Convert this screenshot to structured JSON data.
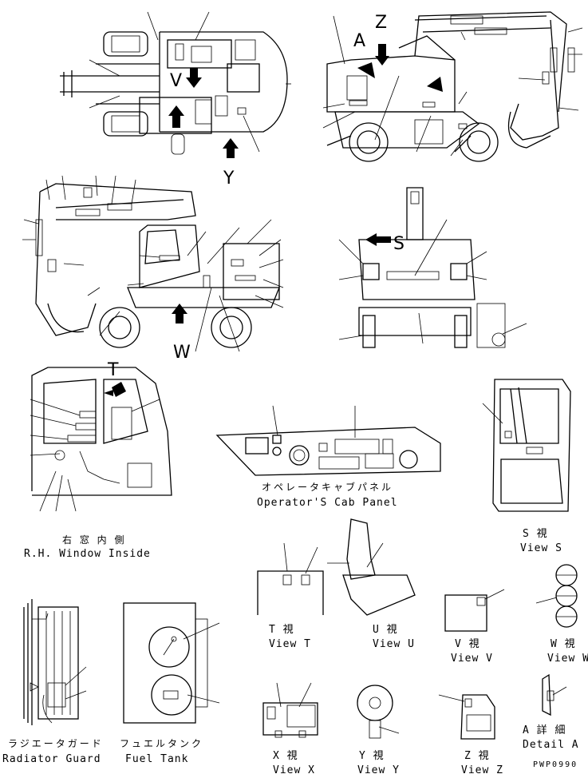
{
  "letters": {
    "a": "A",
    "z": "Z",
    "v": "V",
    "y": "Y",
    "s": "S",
    "w": "W",
    "t": "T"
  },
  "captions": {
    "cab_panel_jp": "オペレータキャブパネル",
    "cab_panel_en": "Operator'S Cab Panel",
    "rh_window_jp": "右 窓 内 側",
    "rh_window_en": "R.H. Window Inside",
    "view_s_jp": "S 視",
    "view_s_en": "View S",
    "view_t_jp": "T 視",
    "view_t_en": "View T",
    "view_u_jp": "U 視",
    "view_u_en": "View U",
    "view_v_jp": "V 視",
    "view_v_en": "View V",
    "view_w_jp": "W 視",
    "view_w_en": "View W",
    "radiator_jp": "ラジエータガード",
    "radiator_en": "Radiator Guard",
    "fuel_jp": "フュエルタンク",
    "fuel_en": "Fuel Tank",
    "view_x_jp": "X 視",
    "view_x_en": "View X",
    "view_y_jp": "Y 視",
    "view_y_en": "View Y",
    "view_z_jp": "Z 視",
    "view_z_en": "View Z",
    "detail_a_jp": "A 詳 細",
    "detail_a_en": "Detail A"
  },
  "drawing_code": "PWP0990"
}
